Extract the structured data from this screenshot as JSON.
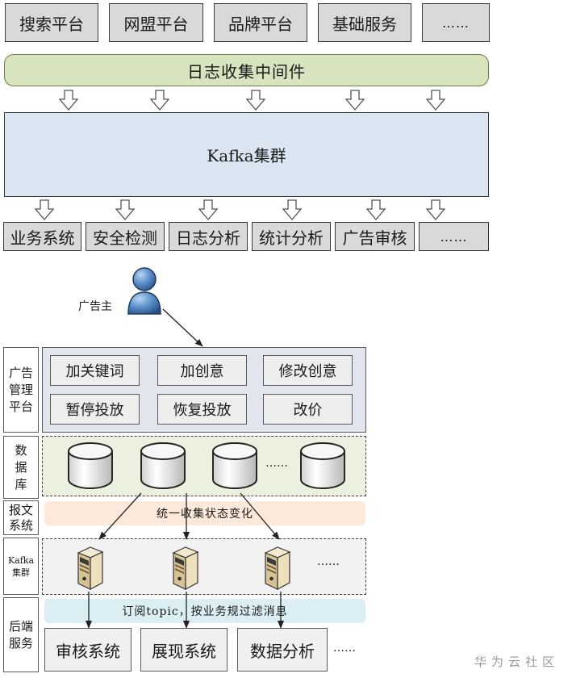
{
  "top": {
    "sources": [
      "搜索平台",
      "网盟平台",
      "品牌平台",
      "基础服务",
      "……"
    ],
    "middleware": "日志收集中间件",
    "kafka_cluster": "Kafka集群",
    "consumers": [
      "业务系统",
      "安全检测",
      "日志分析",
      "统计分析",
      "广告审核",
      "……"
    ]
  },
  "bottom": {
    "advertiser": "广告主",
    "layers": [
      {
        "lines": [
          "广告",
          "管理",
          "平台"
        ]
      },
      {
        "lines": [
          "数",
          "据",
          "库"
        ]
      },
      {
        "lines": [
          "报文",
          "系统"
        ]
      },
      {
        "lines": [
          "Kafka",
          "集群"
        ]
      },
      {
        "lines": [
          "后端",
          "服务"
        ]
      }
    ],
    "ad_actions": [
      "加关键词",
      "加创意",
      "修改创意",
      "暂停投放",
      "恢复投放",
      "改价"
    ],
    "database_more": "……",
    "collect_note": "统一收集状态变化",
    "kafka_more": "……",
    "subscribe_note": "订阅topic，按业务规过滤消息",
    "backend_services": [
      "审核系统",
      "展现系统",
      "数据分析"
    ],
    "backend_more": "……"
  },
  "watermark": "华为云社区",
  "icons": {
    "flow_arrow": "down-arrow-icon",
    "advertiser": "person-icon",
    "database": "database-cylinder-icon",
    "server": "server-icon"
  },
  "colors": {
    "platform_box": "#d9d9d9",
    "middleware": "#d7e4bd",
    "kafka": "#dbe5f1",
    "ad_panel": "#e1e6ee",
    "database_zone": "#ebf1de",
    "collect_note": "#fde9d9",
    "kafka_zone": "#f2f2f2",
    "subscribe_note": "#daeef3"
  }
}
